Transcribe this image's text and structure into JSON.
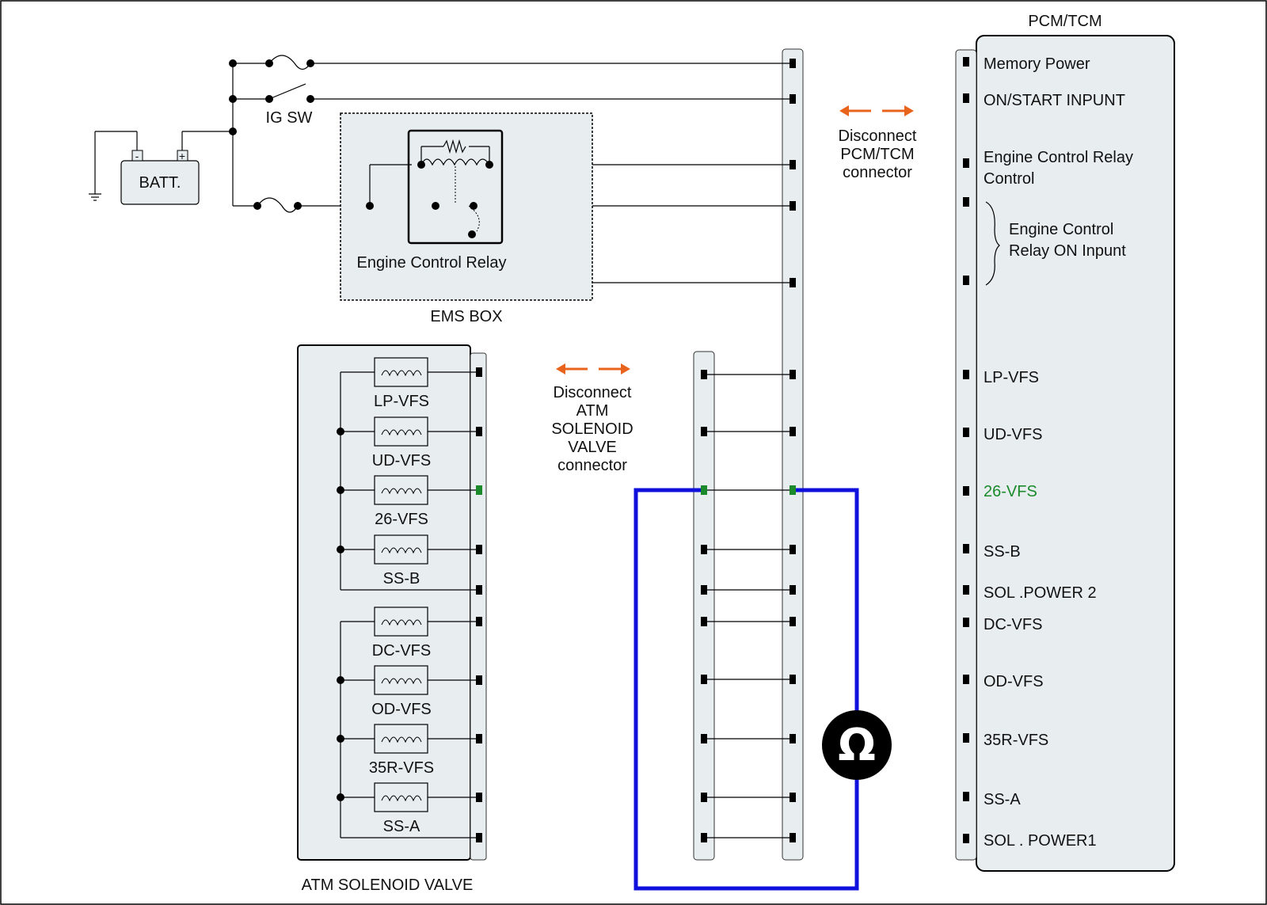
{
  "colors": {
    "highlight": "#1a8a2a",
    "meter_loop": "#1010dd",
    "arrow": "#e8641c",
    "panel": "#e8eef0"
  },
  "labels": {
    "pcm_title": "PCM/TCM",
    "battery": "BATT.",
    "battery_minus": "-",
    "battery_plus": "+",
    "ig_switch": "IG SW",
    "relay": "Engine Control Relay",
    "ems_box": "EMS BOX",
    "atm_solenoid_valve": "ATM SOLENOID VALVE",
    "ohmmeter_symbol": "Ω"
  },
  "notes": {
    "pcm_disconnect": [
      "Disconnect",
      "PCM/TCM",
      "connector"
    ],
    "atm_disconnect": [
      "Disconnect",
      "ATM",
      "SOLENOID",
      "VALVE",
      "connector"
    ]
  },
  "pcm_pins": [
    {
      "label": "Memory Power"
    },
    {
      "label": "ON/START  INPUNT"
    },
    {
      "label": "Engine Control Relay"
    },
    {
      "label": "Control"
    },
    {
      "label": "Engine Control"
    },
    {
      "label": "Relay ON Inpunt"
    },
    {
      "label": "LP-VFS"
    },
    {
      "label": "UD-VFS"
    },
    {
      "label": "26-VFS",
      "highlight": true
    },
    {
      "label": "SS-B"
    },
    {
      "label": "SOL .POWER 2"
    },
    {
      "label": "DC-VFS"
    },
    {
      "label": "OD-VFS"
    },
    {
      "label": "35R-VFS"
    },
    {
      "label": "SS-A"
    },
    {
      "label": "SOL . POWER1"
    }
  ],
  "solenoids": [
    {
      "label": "LP-VFS"
    },
    {
      "label": "UD-VFS"
    },
    {
      "label": "26-VFS",
      "highlight": true
    },
    {
      "label": "SS-B"
    },
    {
      "label": "DC-VFS"
    },
    {
      "label": "OD-VFS"
    },
    {
      "label": "35R-VFS"
    },
    {
      "label": "SS-A"
    }
  ]
}
